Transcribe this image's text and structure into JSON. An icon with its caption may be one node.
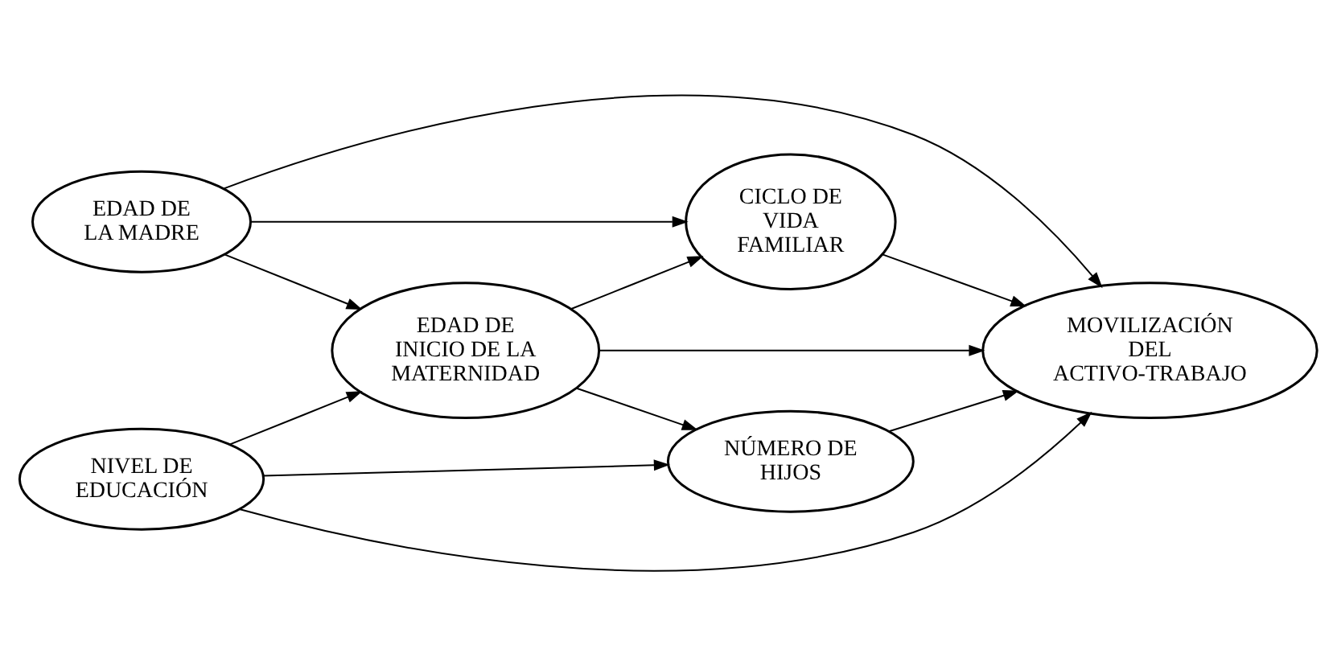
{
  "diagram": {
    "nodes": [
      {
        "text": [
          "EDAD DE LA MADRE"
        ]
      },
      {
        "text": [
          "EDAD DE INICIO DE LA MATERNIDAD"
        ]
      },
      {
        "text": [
          "NIVEL DE EDUCACIÓN"
        ]
      },
      {
        "text": [
          "CICLO DE VIDA FAMILIAR"
        ]
      },
      {
        "text": [
          "MOVILIZACIÓN DEL ACTIVO-TRABAJO"
        ]
      },
      {
        "text": [
          "NÚMERO DE HIJOS"
        ]
      }
    ],
    "edges": [
      {
        "from": 0,
        "to": 1,
        "arrow": "to"
      },
      {
        "from": 0,
        "to": 4,
        "arrow": "to"
      },
      {
        "from": 0,
        "to": 3,
        "arrow": "to"
      },
      {
        "from": 1,
        "to": 4,
        "arrow": "to"
      },
      {
        "from": 1,
        "to": 3,
        "arrow": "to"
      },
      {
        "from": 1,
        "to": 5,
        "arrow": "to"
      },
      {
        "from": 2,
        "to": 1,
        "arrow": "to"
      },
      {
        "from": 2,
        "to": 5,
        "arrow": "to"
      },
      {
        "from": 3,
        "to": 4,
        "arrow": "to"
      },
      {
        "from": 5,
        "to": 4,
        "arrow": "to"
      },
      {
        "from": 2,
        "to": 4,
        "arrow": "to"
      }
    ]
  }
}
